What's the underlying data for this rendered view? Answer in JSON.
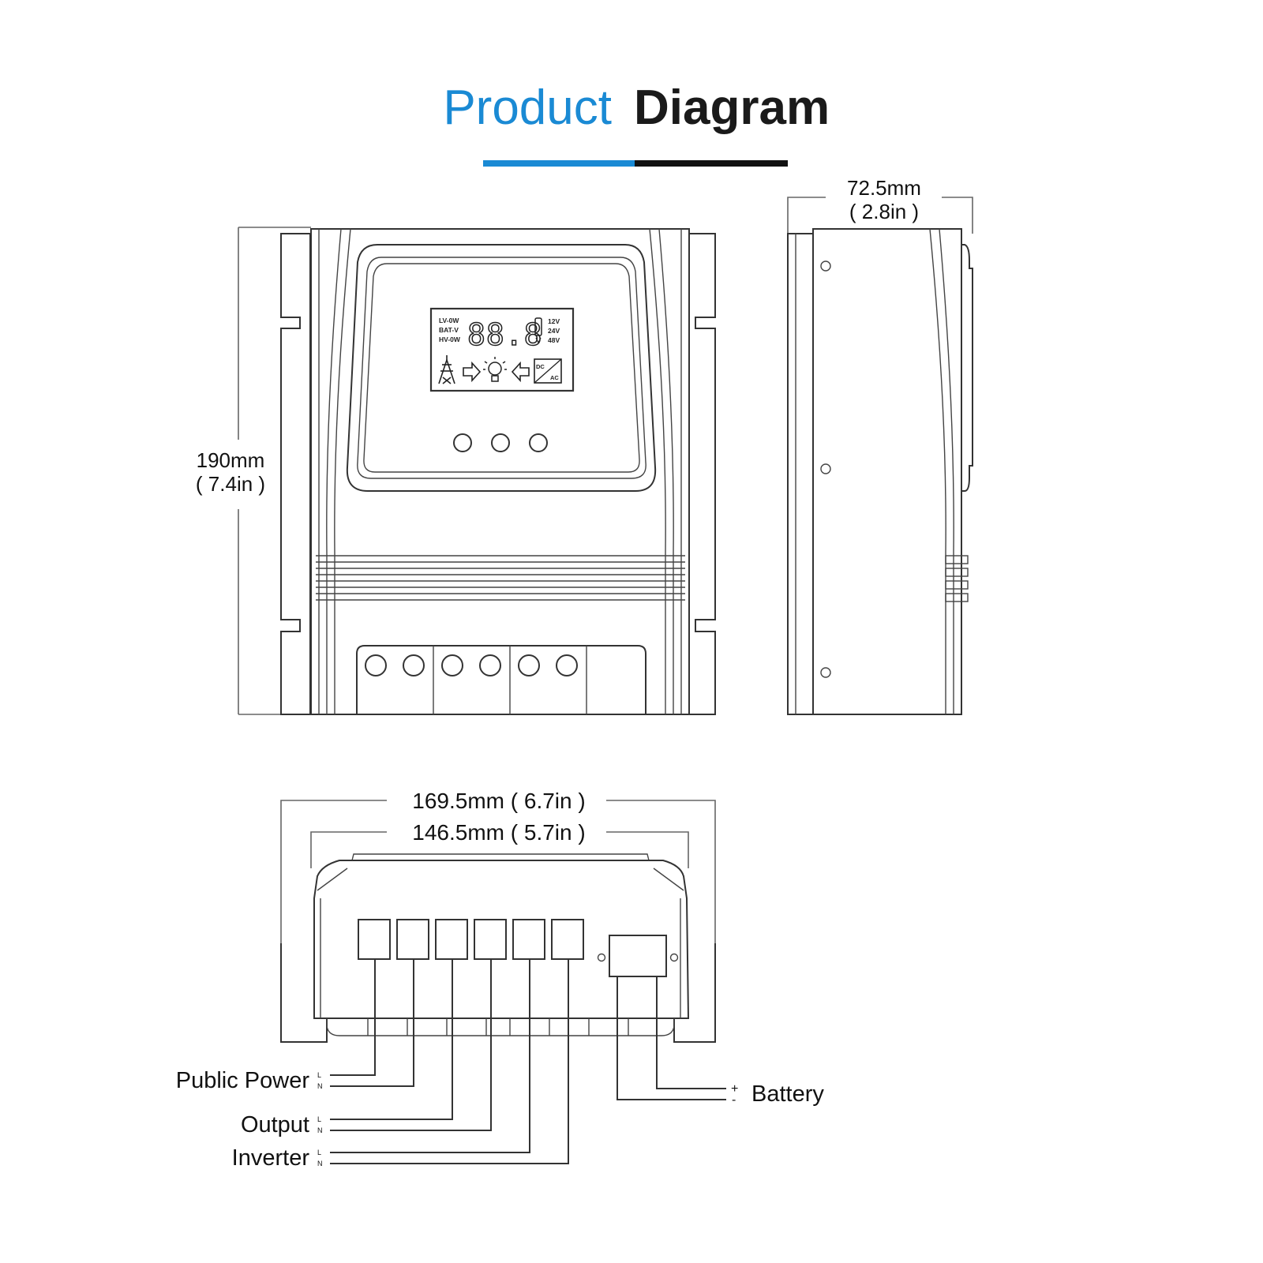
{
  "title": {
    "part1": "Product",
    "part2": "Diagram",
    "color_part1": "#1a8ad4",
    "color_part2": "#1a1a1a"
  },
  "dimensions": {
    "depth_mm": "72.5mm",
    "depth_in": "( 2.8in )",
    "height_mm": "190mm",
    "height_in": "( 7.4in )",
    "width_outer": "169.5mm ( 6.7in )",
    "width_inner": "146.5mm ( 5.7in )"
  },
  "lcd": {
    "left_labels": [
      "LV-0W",
      "BAT-V",
      "HV-0W"
    ],
    "digits": "88.8",
    "right_labels": [
      "12V",
      "24V",
      "48V"
    ],
    "icons": [
      "tower-icon",
      "arrow-right-icon",
      "bulb-icon",
      "arrow-left-icon",
      "inverter-dc-ac-icon"
    ],
    "inverter_dc": "DC",
    "inverter_ac": "AC"
  },
  "connections": {
    "public_power": "Public Power",
    "output": "Output",
    "inverter": "Inverter",
    "battery": "Battery",
    "line": "L",
    "neutral": "N",
    "plus": "+",
    "minus": "-"
  }
}
